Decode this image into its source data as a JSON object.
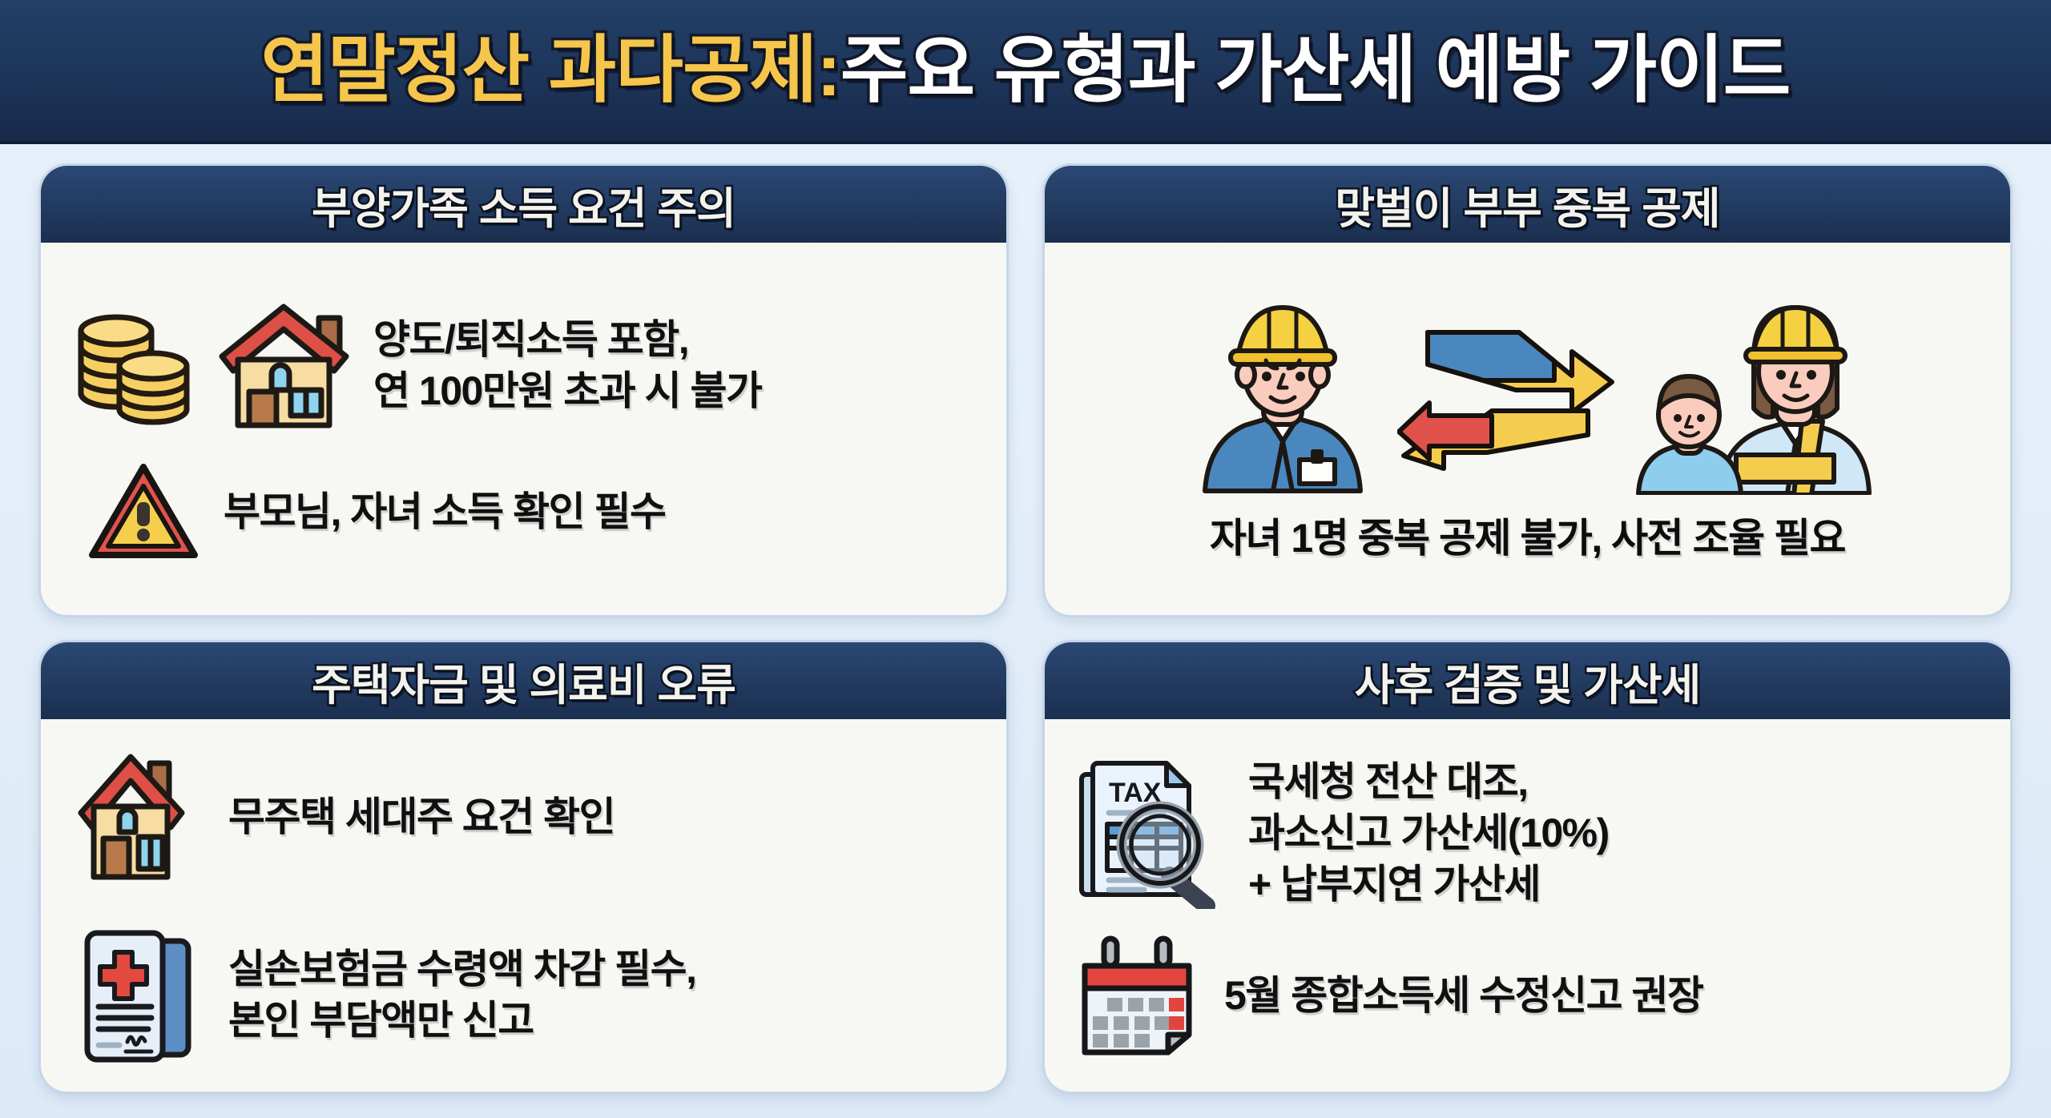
{
  "header": {
    "title_part_yellow": "연말정산 과다공제:",
    "title_part_white": "주요 유형과 가산세 예방 가이드",
    "background_color": "#1d3559",
    "yellow_color": "#f5c64b",
    "white_color": "#ffffff"
  },
  "theme": {
    "page_background": "#e6f0fa",
    "card_background": "#f7f7f4",
    "card_header_color": "#21395e",
    "card_border_color": "#c6d6e8",
    "text_color": "#101010"
  },
  "cards": [
    {
      "id": "card-1",
      "header": "부양가족 소득 요건 주의",
      "rows": [
        {
          "icons": [
            "coin-stack-icon",
            "house-icon"
          ],
          "text": "양도/퇴직소득 포함,\n연 100만원 초과 시 불가"
        },
        {
          "icons": [
            "warning-triangle-icon"
          ],
          "text": "부모님, 자녀 소득 확인 필수"
        }
      ]
    },
    {
      "id": "card-2",
      "header": "맞벌이 부부 중복 공제",
      "figures": [
        "male-worker-icon",
        "crossing-arrows-icon",
        "female-worker-with-child-icon"
      ],
      "caption": "자녀 1명 중복 공제 불가, 사전 조율 필요"
    },
    {
      "id": "card-3",
      "header": "주택자금 및 의료비 오류",
      "rows": [
        {
          "icons": [
            "house-icon"
          ],
          "text": "무주택 세대주 요건 확인"
        },
        {
          "icons": [
            "medical-bill-icon"
          ],
          "text": "실손보험금 수령액 차감 필수,\n본인 부담액만 신고"
        }
      ]
    },
    {
      "id": "card-4",
      "header": "사후 검증 및 가산세",
      "rows": [
        {
          "icons": [
            "tax-document-magnifier-icon"
          ],
          "text": "국세청 전산 대조,\n과소신고 가산세(10%)\n+ 납부지연 가산세",
          "icon_label": "TAX"
        },
        {
          "icons": [
            "calendar-icon"
          ],
          "text": "5월 종합소득세 수정신고 권장"
        }
      ]
    }
  ]
}
